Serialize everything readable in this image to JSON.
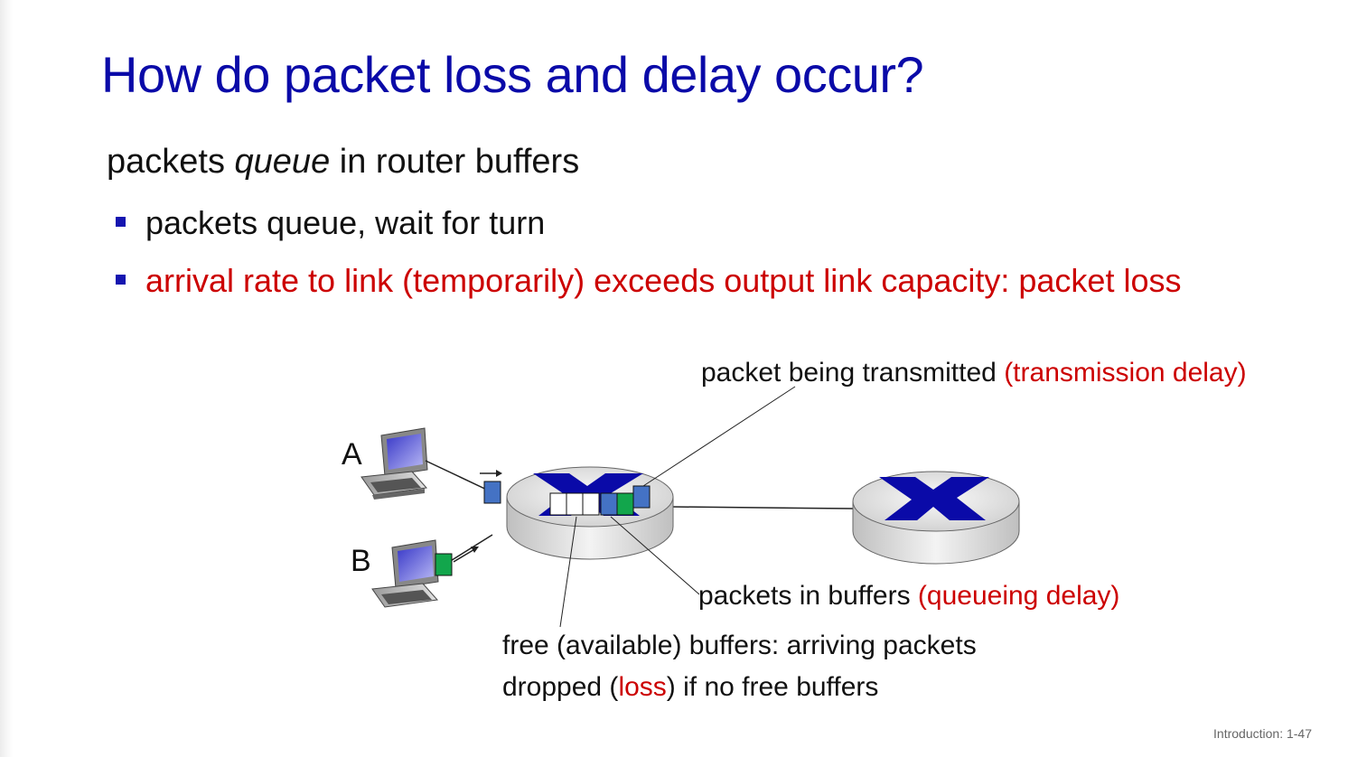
{
  "title": "How do packet loss and delay occur?",
  "intro": {
    "before": "packets ",
    "emphasis": "queue",
    "after": " in router buffers"
  },
  "bullets": [
    "packets queue, wait for turn",
    "arrival rate to link (temporarily) exceeds output link capacity: packet loss"
  ],
  "diagram": {
    "host_a": "A",
    "host_b": "B",
    "transmitted": {
      "text": "packet being transmitted ",
      "highlight": "(transmission delay)"
    },
    "buffered": {
      "text": "packets in buffers ",
      "highlight": "(queueing delay)"
    },
    "free": {
      "line1": "free (available) buffers: arriving packets",
      "line2_before": "dropped (",
      "line2_highlight": "loss",
      "line2_after": ") if no free buffers"
    },
    "colors": {
      "blue_packet": "#4472c4",
      "green_packet": "#12a64c",
      "router_x": "#0a0aa8",
      "highlight_red": "#cc0000"
    }
  },
  "footer": "Introduction: 1-47"
}
